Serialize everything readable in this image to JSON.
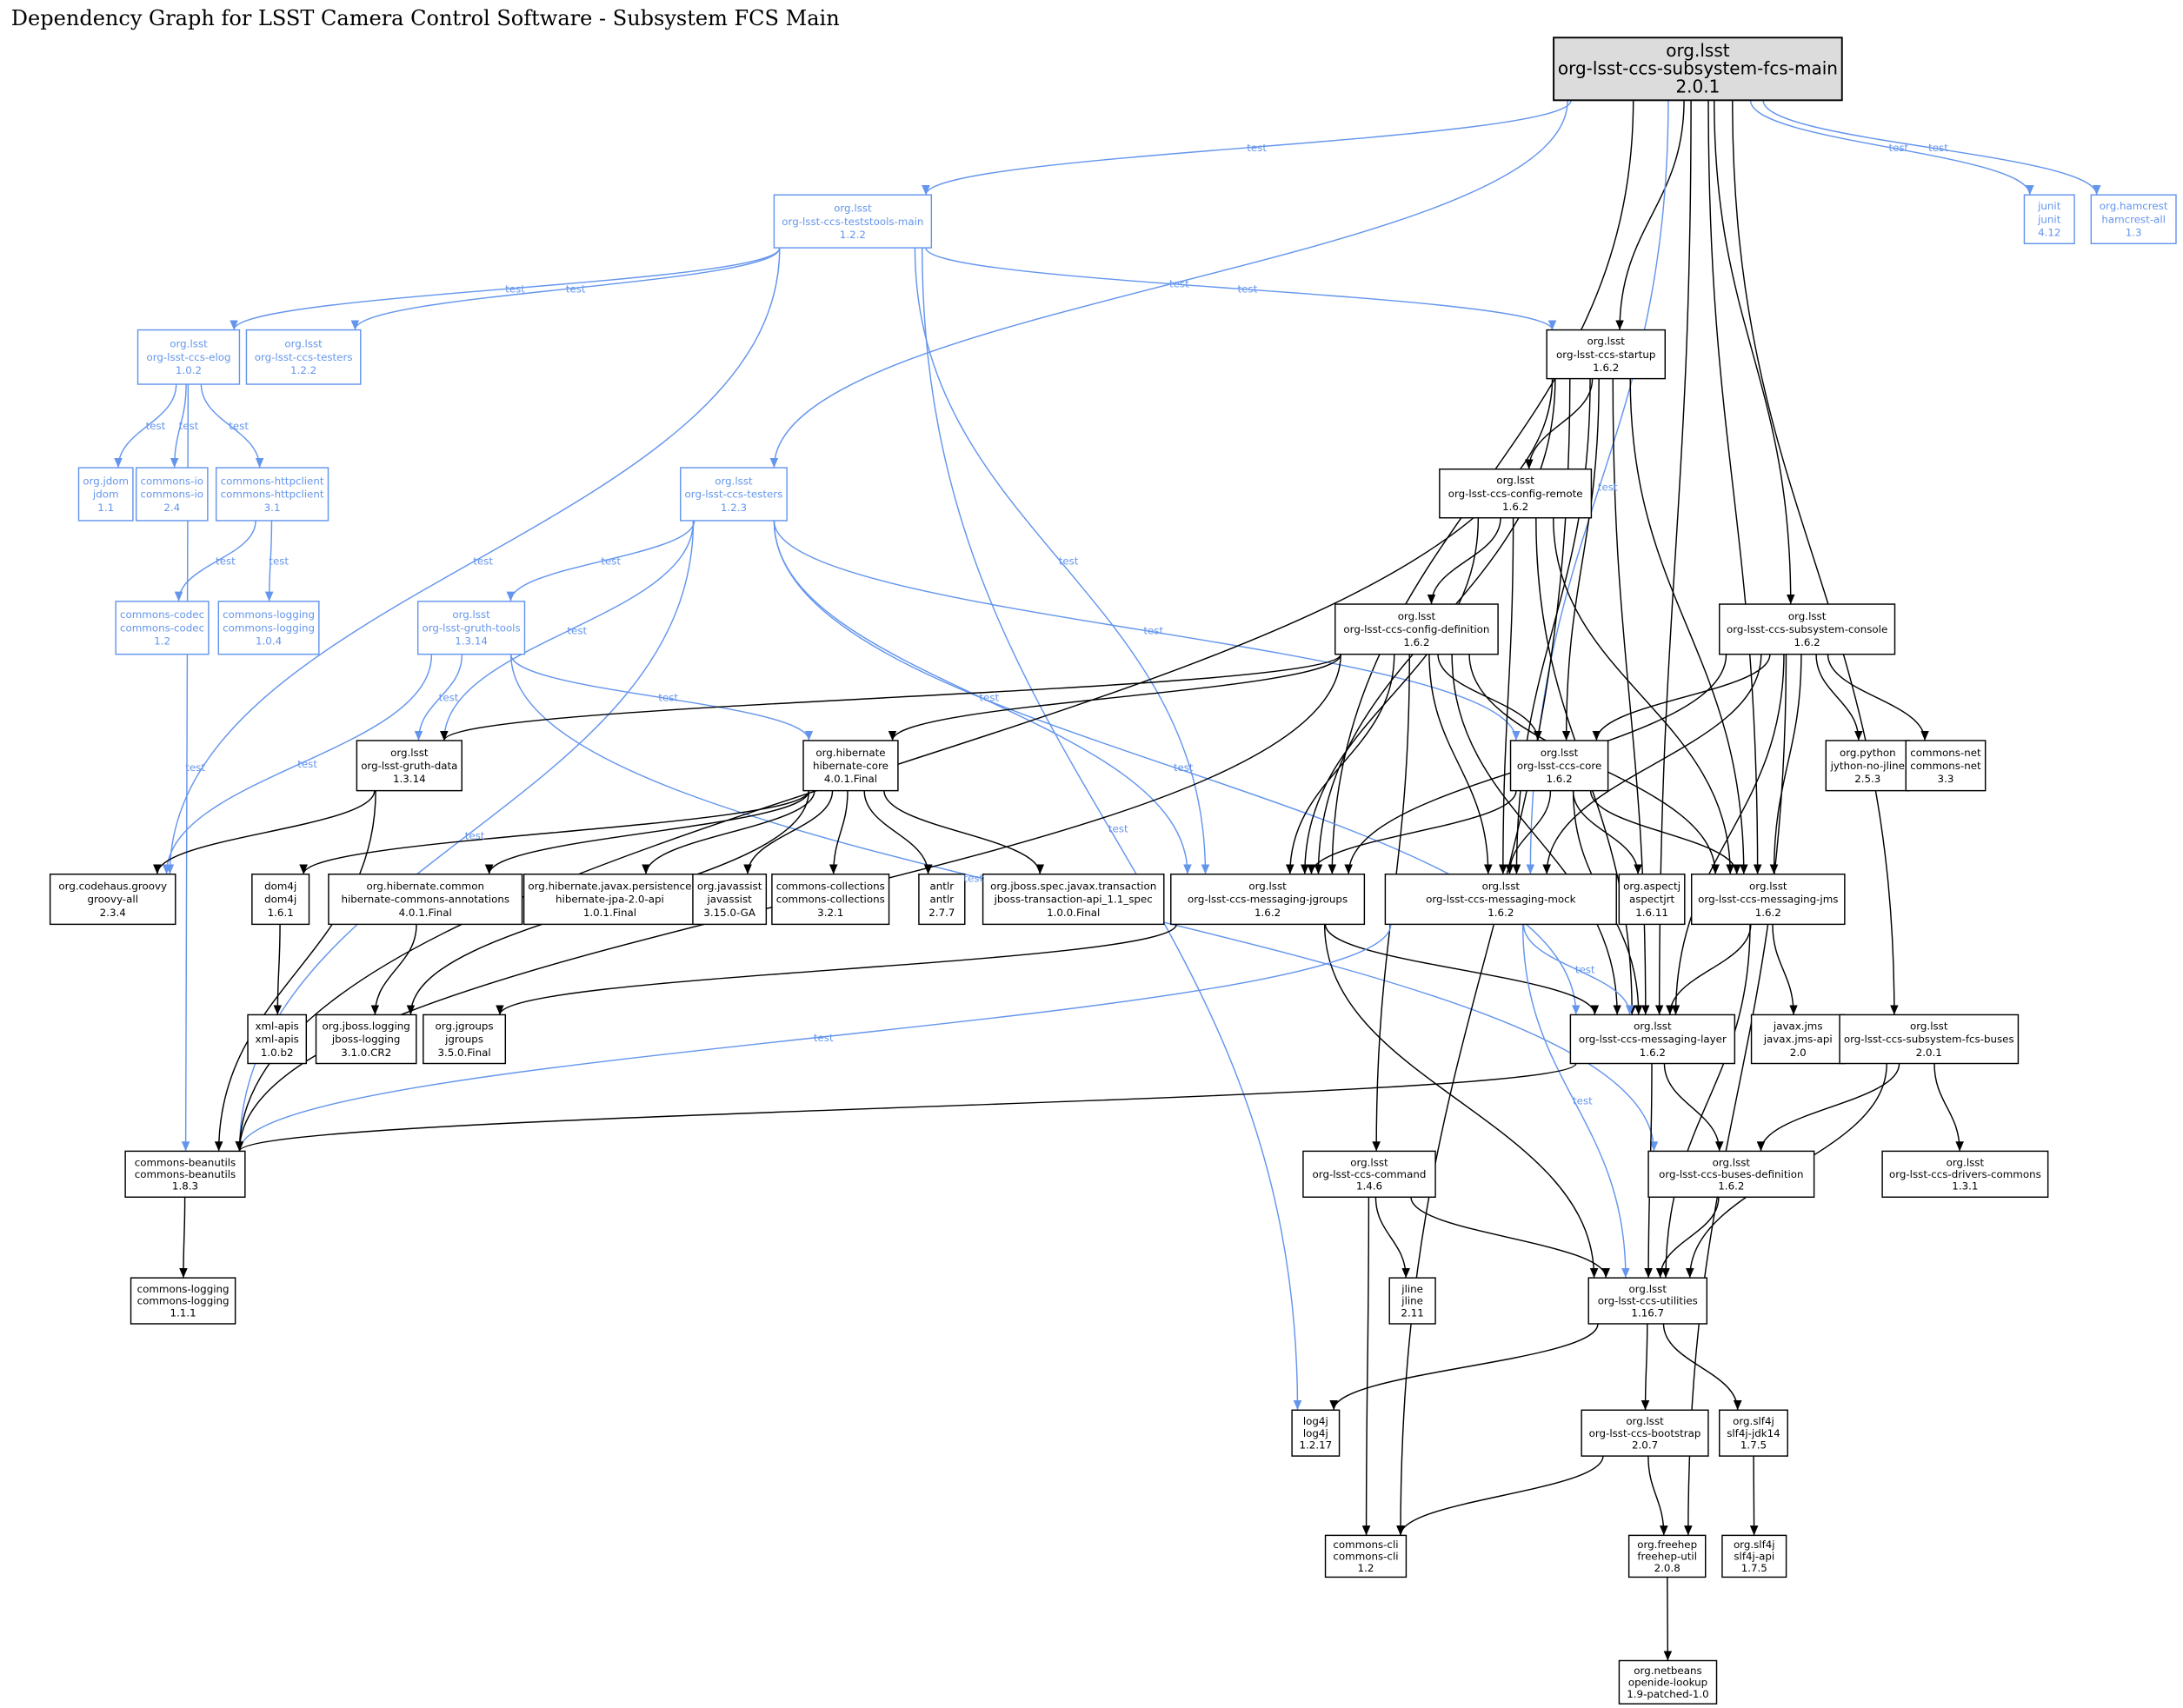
{
  "title": "Dependency Graph for LSST Camera Control Software - Subsystem FCS Main",
  "colors": {
    "compile": "#000000",
    "test": "#6495ED",
    "root_fill": "#DCDCDC"
  },
  "nodes": [
    {
      "id": "main",
      "group": "org.lsst",
      "artifact": "org-lsst-ccs-subsystem-fcs-main",
      "version": "2.0.1",
      "scope": "root"
    },
    {
      "id": "teststools",
      "group": "org.lsst",
      "artifact": "org-lsst-ccs-teststools-main",
      "version": "1.2.2",
      "scope": "test"
    },
    {
      "id": "junit",
      "group": "junit",
      "artifact": "junit",
      "version": "4.12",
      "scope": "test"
    },
    {
      "id": "hamcrest",
      "group": "org.hamcrest",
      "artifact": "hamcrest-all",
      "version": "1.3",
      "scope": "test"
    },
    {
      "id": "elog",
      "group": "org.lsst",
      "artifact": "org-lsst-ccs-elog",
      "version": "1.0.2",
      "scope": "test"
    },
    {
      "id": "testers122",
      "group": "org.lsst",
      "artifact": "org-lsst-ccs-testers",
      "version": "1.2.2",
      "scope": "test"
    },
    {
      "id": "startup",
      "group": "org.lsst",
      "artifact": "org-lsst-ccs-startup",
      "version": "1.6.2",
      "scope": "compile"
    },
    {
      "id": "jdom",
      "group": "org.jdom",
      "artifact": "jdom",
      "version": "1.1",
      "scope": "test"
    },
    {
      "id": "commonsio",
      "group": "commons-io",
      "artifact": "commons-io",
      "version": "2.4",
      "scope": "test"
    },
    {
      "id": "httpclient",
      "group": "commons-httpclient",
      "artifact": "commons-httpclient",
      "version": "3.1",
      "scope": "test"
    },
    {
      "id": "testers123",
      "group": "org.lsst",
      "artifact": "org-lsst-ccs-testers",
      "version": "1.2.3",
      "scope": "test"
    },
    {
      "id": "configremote",
      "group": "org.lsst",
      "artifact": "org-lsst-ccs-config-remote",
      "version": "1.6.2",
      "scope": "compile"
    },
    {
      "id": "codec",
      "group": "commons-codec",
      "artifact": "commons-codec",
      "version": "1.2",
      "scope": "test"
    },
    {
      "id": "logging104",
      "group": "commons-logging",
      "artifact": "commons-logging",
      "version": "1.0.4",
      "scope": "test"
    },
    {
      "id": "gruthtools",
      "group": "org.lsst",
      "artifact": "org-lsst-gruth-tools",
      "version": "1.3.14",
      "scope": "test"
    },
    {
      "id": "configdef",
      "group": "org.lsst",
      "artifact": "org-lsst-ccs-config-definition",
      "version": "1.6.2",
      "scope": "compile"
    },
    {
      "id": "console",
      "group": "org.lsst",
      "artifact": "org-lsst-ccs-subsystem-console",
      "version": "1.6.2",
      "scope": "compile"
    },
    {
      "id": "gruthdata",
      "group": "org.lsst",
      "artifact": "org-lsst-gruth-data",
      "version": "1.3.14",
      "scope": "compile"
    },
    {
      "id": "hibcore",
      "group": "org.hibernate",
      "artifact": "hibernate-core",
      "version": "4.0.1.Final",
      "scope": "compile"
    },
    {
      "id": "core",
      "group": "org.lsst",
      "artifact": "org-lsst-ccs-core",
      "version": "1.6.2",
      "scope": "compile"
    },
    {
      "id": "jython",
      "group": "org.python",
      "artifact": "jython-no-jline",
      "version": "2.5.3",
      "scope": "compile"
    },
    {
      "id": "net",
      "group": "commons-net",
      "artifact": "commons-net",
      "version": "3.3",
      "scope": "compile"
    },
    {
      "id": "groovy",
      "group": "org.codehaus.groovy",
      "artifact": "groovy-all",
      "version": "2.3.4",
      "scope": "compile"
    },
    {
      "id": "dom4j",
      "group": "dom4j",
      "artifact": "dom4j",
      "version": "1.6.1",
      "scope": "compile"
    },
    {
      "id": "annotations",
      "group": "org.hibernate.common",
      "artifact": "hibernate-commons-annotations",
      "version": "4.0.1.Final",
      "scope": "compile"
    },
    {
      "id": "jpa",
      "group": "org.hibernate.javax.persistence",
      "artifact": "hibernate-jpa-2.0-api",
      "version": "1.0.1.Final",
      "scope": "compile"
    },
    {
      "id": "javassist",
      "group": "org.javassist",
      "artifact": "javassist",
      "version": "3.15.0-GA",
      "scope": "compile"
    },
    {
      "id": "collections",
      "group": "commons-collections",
      "artifact": "commons-collections",
      "version": "3.2.1",
      "scope": "compile"
    },
    {
      "id": "antlr",
      "group": "antlr",
      "artifact": "antlr",
      "version": "2.7.7",
      "scope": "compile"
    },
    {
      "id": "jta",
      "group": "org.jboss.spec.javax.transaction",
      "artifact": "jboss-transaction-api_1.1_spec",
      "version": "1.0.0.Final",
      "scope": "compile"
    },
    {
      "id": "msgjgroups",
      "group": "org.lsst",
      "artifact": "org-lsst-ccs-messaging-jgroups",
      "version": "1.6.2",
      "scope": "compile"
    },
    {
      "id": "mock",
      "group": "org.lsst",
      "artifact": "org-lsst-ccs-messaging-mock",
      "version": "1.6.2",
      "scope": "compile"
    },
    {
      "id": "aspectj",
      "group": "org.aspectj",
      "artifact": "aspectjrt",
      "version": "1.6.11",
      "scope": "compile"
    },
    {
      "id": "jms",
      "group": "org.lsst",
      "artifact": "org-lsst-ccs-messaging-jms",
      "version": "1.6.2",
      "scope": "compile"
    },
    {
      "id": "xmlapis",
      "group": "xml-apis",
      "artifact": "xml-apis",
      "version": "1.0.b2",
      "scope": "compile"
    },
    {
      "id": "jbosslog",
      "group": "org.jboss.logging",
      "artifact": "jboss-logging",
      "version": "3.1.0.CR2",
      "scope": "compile"
    },
    {
      "id": "jgroups",
      "group": "org.jgroups",
      "artifact": "jgroups",
      "version": "3.5.0.Final",
      "scope": "compile"
    },
    {
      "id": "layer",
      "group": "org.lsst",
      "artifact": "org-lsst-ccs-messaging-layer",
      "version": "1.6.2",
      "scope": "compile"
    },
    {
      "id": "javaxjms",
      "group": "javax.jms",
      "artifact": "javax.jms-api",
      "version": "2.0",
      "scope": "compile"
    },
    {
      "id": "fcsbuses",
      "group": "org.lsst",
      "artifact": "org-lsst-ccs-subsystem-fcs-buses",
      "version": "2.0.1",
      "scope": "compile"
    },
    {
      "id": "beanutils",
      "group": "commons-beanutils",
      "artifact": "commons-beanutils",
      "version": "1.8.3",
      "scope": "compile"
    },
    {
      "id": "command",
      "group": "org.lsst",
      "artifact": "org-lsst-ccs-command",
      "version": "1.4.6",
      "scope": "compile"
    },
    {
      "id": "busesdef",
      "group": "org.lsst",
      "artifact": "org-lsst-ccs-buses-definition",
      "version": "1.6.2",
      "scope": "compile"
    },
    {
      "id": "drivers",
      "group": "org.lsst",
      "artifact": "org-lsst-ccs-drivers-commons",
      "version": "1.3.1",
      "scope": "compile"
    },
    {
      "id": "logging111",
      "group": "commons-logging",
      "artifact": "commons-logging",
      "version": "1.1.1",
      "scope": "compile"
    },
    {
      "id": "jline",
      "group": "jline",
      "artifact": "jline",
      "version": "2.11",
      "scope": "compile"
    },
    {
      "id": "utilities",
      "group": "org.lsst",
      "artifact": "org-lsst-ccs-utilities",
      "version": "1.16.7",
      "scope": "compile"
    },
    {
      "id": "log4j",
      "group": "log4j",
      "artifact": "log4j",
      "version": "1.2.17",
      "scope": "compile"
    },
    {
      "id": "bootstrap",
      "group": "org.lsst",
      "artifact": "org-lsst-ccs-bootstrap",
      "version": "2.0.7",
      "scope": "compile"
    },
    {
      "id": "slf4jjdk",
      "group": "org.slf4j",
      "artifact": "slf4j-jdk14",
      "version": "1.7.5",
      "scope": "compile"
    },
    {
      "id": "cli",
      "group": "commons-cli",
      "artifact": "commons-cli",
      "version": "1.2",
      "scope": "compile"
    },
    {
      "id": "freehep",
      "group": "org.freehep",
      "artifact": "freehep-util",
      "version": "2.0.8",
      "scope": "compile"
    },
    {
      "id": "slf4japi",
      "group": "org.slf4j",
      "artifact": "slf4j-api",
      "version": "1.7.5",
      "scope": "compile"
    },
    {
      "id": "netbeans",
      "group": "org.netbeans",
      "artifact": "openide-lookup",
      "version": "1.9-patched-1.0",
      "scope": "compile"
    }
  ],
  "edges": [
    [
      "main",
      "teststools",
      "test"
    ],
    [
      "main",
      "startup",
      ""
    ],
    [
      "main",
      "testers123",
      "test"
    ],
    [
      "main",
      "mock",
      "test"
    ],
    [
      "main",
      "layer",
      ""
    ],
    [
      "main",
      "console",
      ""
    ],
    [
      "main",
      "jms",
      ""
    ],
    [
      "main",
      "fcsbuses",
      ""
    ],
    [
      "main",
      "junit",
      "test"
    ],
    [
      "main",
      "hamcrest",
      "test"
    ],
    [
      "main",
      "msgjgroups",
      ""
    ],
    [
      "teststools",
      "elog",
      "test"
    ],
    [
      "teststools",
      "testers122",
      "test"
    ],
    [
      "teststools",
      "startup",
      "test"
    ],
    [
      "teststools",
      "groovy",
      "test"
    ],
    [
      "teststools",
      "msgjgroups",
      "test"
    ],
    [
      "teststools",
      "log4j",
      "test"
    ],
    [
      "elog",
      "jdom",
      "test"
    ],
    [
      "elog",
      "commonsio",
      "test"
    ],
    [
      "elog",
      "httpclient",
      "test"
    ],
    [
      "elog",
      "beanutils",
      "test"
    ],
    [
      "httpclient",
      "codec",
      "test"
    ],
    [
      "httpclient",
      "logging104",
      "test"
    ],
    [
      "testers123",
      "gruthtools",
      "test"
    ],
    [
      "testers123",
      "gruthdata",
      "test"
    ],
    [
      "testers123",
      "core",
      "test"
    ],
    [
      "testers123",
      "msgjgroups",
      "test"
    ],
    [
      "testers123",
      "beanutils",
      "test"
    ],
    [
      "testers123",
      "layer",
      "test"
    ],
    [
      "gruthtools",
      "gruthdata",
      "test"
    ],
    [
      "gruthtools",
      "hibcore",
      "test"
    ],
    [
      "gruthtools",
      "groovy",
      "test"
    ],
    [
      "gruthtools",
      "busesdef",
      "test"
    ],
    [
      "startup",
      "configremote",
      ""
    ],
    [
      "startup",
      "core",
      ""
    ],
    [
      "startup",
      "msgjgroups",
      ""
    ],
    [
      "startup",
      "mock",
      ""
    ],
    [
      "startup",
      "jms",
      ""
    ],
    [
      "startup",
      "layer",
      ""
    ],
    [
      "startup",
      "cli",
      ""
    ],
    [
      "startup",
      "beanutils",
      ""
    ],
    [
      "configremote",
      "configdef",
      ""
    ],
    [
      "configremote",
      "msgjgroups",
      ""
    ],
    [
      "configremote",
      "mock",
      ""
    ],
    [
      "configremote",
      "layer",
      ""
    ],
    [
      "configremote",
      "jms",
      ""
    ],
    [
      "configdef",
      "gruthdata",
      ""
    ],
    [
      "configdef",
      "hibcore",
      ""
    ],
    [
      "configdef",
      "core",
      ""
    ],
    [
      "configdef",
      "msgjgroups",
      ""
    ],
    [
      "configdef",
      "mock",
      ""
    ],
    [
      "configdef",
      "jms",
      ""
    ],
    [
      "configdef",
      "layer",
      ""
    ],
    [
      "configdef",
      "command",
      ""
    ],
    [
      "configdef",
      "beanutils",
      ""
    ],
    [
      "console",
      "core",
      ""
    ],
    [
      "console",
      "msgjgroups",
      ""
    ],
    [
      "console",
      "mock",
      ""
    ],
    [
      "console",
      "jms",
      ""
    ],
    [
      "console",
      "layer",
      ""
    ],
    [
      "console",
      "jython",
      ""
    ],
    [
      "console",
      "net",
      ""
    ],
    [
      "console",
      "freehep",
      ""
    ],
    [
      "gruthdata",
      "groovy",
      ""
    ],
    [
      "gruthdata",
      "beanutils",
      ""
    ],
    [
      "hibcore",
      "dom4j",
      ""
    ],
    [
      "hibcore",
      "annotations",
      ""
    ],
    [
      "hibcore",
      "jpa",
      ""
    ],
    [
      "hibcore",
      "javassist",
      ""
    ],
    [
      "hibcore",
      "collections",
      ""
    ],
    [
      "hibcore",
      "antlr",
      ""
    ],
    [
      "hibcore",
      "jta",
      ""
    ],
    [
      "hibcore",
      "jbosslog",
      ""
    ],
    [
      "core",
      "msgjgroups",
      ""
    ],
    [
      "core",
      "mock",
      ""
    ],
    [
      "core",
      "aspectj",
      ""
    ],
    [
      "core",
      "jms",
      ""
    ],
    [
      "core",
      "layer",
      ""
    ],
    [
      "msgjgroups",
      "jgroups",
      ""
    ],
    [
      "msgjgroups",
      "layer",
      ""
    ],
    [
      "msgjgroups",
      "utilities",
      ""
    ],
    [
      "mock",
      "layer",
      "test"
    ],
    [
      "mock",
      "utilities",
      "test"
    ],
    [
      "mock",
      "beanutils",
      "test"
    ],
    [
      "jms",
      "layer",
      ""
    ],
    [
      "jms",
      "javaxjms",
      ""
    ],
    [
      "jms",
      "utilities",
      ""
    ],
    [
      "dom4j",
      "xmlapis",
      ""
    ],
    [
      "annotations",
      "jbosslog",
      ""
    ],
    [
      "layer",
      "beanutils",
      ""
    ],
    [
      "layer",
      "busesdef",
      ""
    ],
    [
      "layer",
      "utilities",
      ""
    ],
    [
      "fcsbuses",
      "busesdef",
      ""
    ],
    [
      "fcsbuses",
      "drivers",
      ""
    ],
    [
      "fcsbuses",
      "utilities",
      ""
    ],
    [
      "beanutils",
      "logging111",
      ""
    ],
    [
      "command",
      "jline",
      ""
    ],
    [
      "command",
      "utilities",
      ""
    ],
    [
      "command",
      "cli",
      ""
    ],
    [
      "busesdef",
      "utilities",
      ""
    ],
    [
      "utilities",
      "log4j",
      ""
    ],
    [
      "utilities",
      "bootstrap",
      ""
    ],
    [
      "utilities",
      "slf4jjdk",
      ""
    ],
    [
      "bootstrap",
      "cli",
      ""
    ],
    [
      "bootstrap",
      "freehep",
      ""
    ],
    [
      "slf4jjdk",
      "slf4japi",
      ""
    ],
    [
      "freehep",
      "netbeans",
      ""
    ]
  ]
}
